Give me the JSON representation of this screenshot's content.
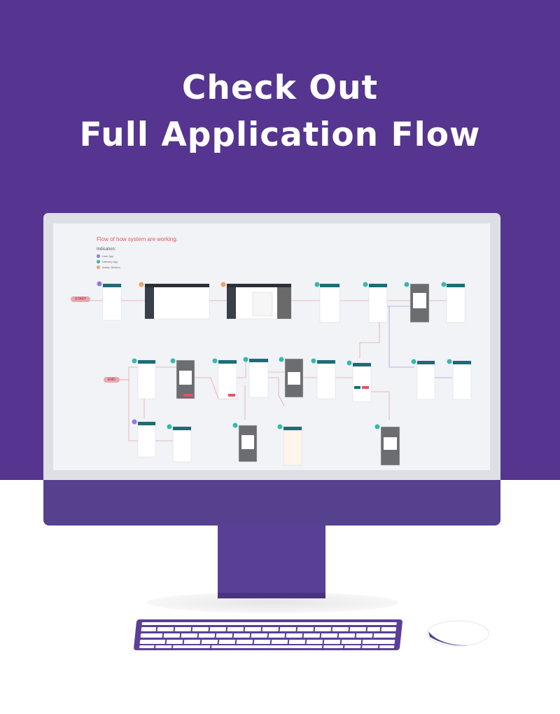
{
  "headline": {
    "line1": "Check Out",
    "line2": "Full Application Flow"
  },
  "screen": {
    "flow_title": "Flow of how system are working.",
    "indication_title": "Indication:",
    "legend": [
      {
        "label": "User App",
        "color": "#8f7bd8"
      },
      {
        "label": "Delivery App",
        "color": "#38b8a8"
      },
      {
        "label": "Admin Section",
        "color": "#f0a070"
      }
    ],
    "start_label": "START",
    "end_label": "END"
  },
  "colors": {
    "hero": "#55358f",
    "accent_teal": "#1e6b78",
    "accent_pink": "#e9a8ae",
    "link_line": "#e6a5ac",
    "link_purple": "#a89be0"
  }
}
